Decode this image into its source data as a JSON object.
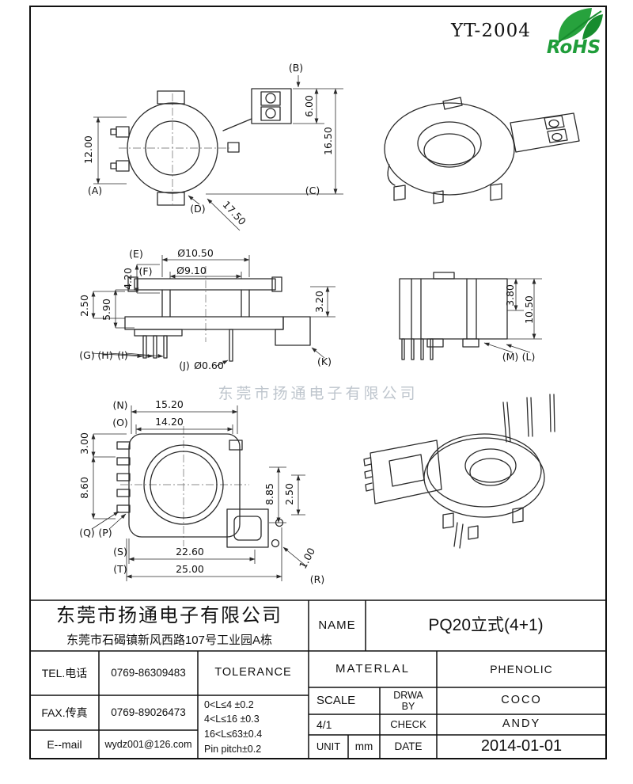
{
  "header": {
    "part_no": "YT-2004",
    "rohs": "RoHS"
  },
  "watermark": "东莞市扬通电子有限公司",
  "colors": {
    "rohs_green": "#1f9d3a",
    "line": "#2a2a2a"
  },
  "dims": {
    "v1": {
      "b": "(B)",
      "six": "6.00",
      "sixteen5": "16.50",
      "twelve": "12.00",
      "a": "(A)",
      "c": "(C)",
      "d": "(D)",
      "seventeen5": "17.50"
    },
    "v3": {
      "e": "(E)",
      "dia1050": "Ø10.50",
      "f": "(F)",
      "dia910": "Ø9.10",
      "d420": "4.20",
      "d250": "2.50",
      "d590": "5.90",
      "d320": "3.20",
      "g": "(G)",
      "h": "(H)",
      "i": "(I)",
      "j": "(J)",
      "dia060": "Ø0.60",
      "k": "(K)"
    },
    "v4": {
      "d380": "3.80",
      "d1050": "10.50",
      "m": "(M)",
      "l": "(L)"
    },
    "v5": {
      "n": "(N)",
      "d1520": "15.20",
      "o": "(O)",
      "d1420": "14.20",
      "d300": "3.00",
      "d860": "8.60",
      "q": "(Q)",
      "p": "(P)",
      "s": "(S)",
      "d2260": "22.60",
      "t": "(T)",
      "d2500": "25.00",
      "d885": "8.85",
      "d250": "2.50",
      "d100": "1.00",
      "r": "(R)"
    }
  },
  "title_block": {
    "company": "东莞市扬通电子有限公司",
    "address": "东莞市石碣镇新风西路107号工业园A栋",
    "name_label": "NAME",
    "name_value": "PQ20立式(4+1)",
    "tel_label": "TEL.电话",
    "tel_value": "0769-86309483",
    "tolerance_label": "TOLERANCE",
    "material_label": "MATERLAL",
    "material_value": "PHENOLIC",
    "fax_label": "FAX.传真",
    "fax_value": "0769-89026473",
    "tolerances": [
      "0<L≤4  ±0.2",
      "4<L≤16 ±0.3",
      "16<L≤63±0.4",
      "Pin pitch±0.2"
    ],
    "scale_label": "SCALE",
    "scale_value": "4/1",
    "drawn_label_1": "DRWA",
    "drawn_label_2": "BY",
    "drawn_value": "COCO",
    "check_label": "CHECK",
    "check_value": "ANDY",
    "email_label": "E--mail",
    "email_value": "wydz001@126.com",
    "unit_label": "UNIT",
    "unit_value": "mm",
    "date_label": "DATE",
    "date_value": "2014-01-01"
  }
}
